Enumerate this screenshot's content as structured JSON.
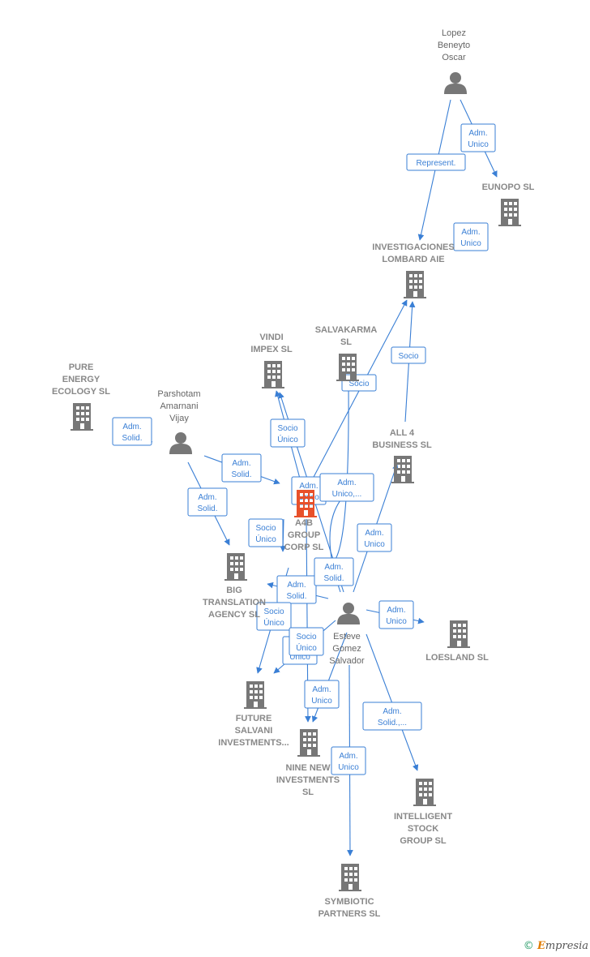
{
  "colors": {
    "edge": "#3a7fd5",
    "company": "#777777",
    "person": "#777777",
    "focal": "#e8502a"
  },
  "nodes": [
    {
      "id": "lopez",
      "type": "person",
      "label": [
        "Lopez",
        "Beneyto",
        "Oscar"
      ]
    },
    {
      "id": "eunopo",
      "type": "company",
      "label": [
        "EUNOPO  SL"
      ]
    },
    {
      "id": "invest",
      "type": "company",
      "label": [
        "INVESTIGACIONES",
        "LOMBARD AIE"
      ]
    },
    {
      "id": "vindi",
      "type": "company",
      "label": [
        "VINDI",
        "IMPEX  SL"
      ]
    },
    {
      "id": "salva",
      "type": "company",
      "label": [
        "SALVAKARMA",
        "SL"
      ]
    },
    {
      "id": "pure",
      "type": "company",
      "label": [
        "PURE",
        "ENERGY",
        "ECOLOGY SL"
      ]
    },
    {
      "id": "parsh",
      "type": "person",
      "label": [
        "Parshotam",
        "Amarnani",
        "Vijay"
      ]
    },
    {
      "id": "all4",
      "type": "company",
      "label": [
        "ALL 4",
        "BUSINESS SL"
      ]
    },
    {
      "id": "a4b",
      "type": "focal",
      "label": [
        "A4B",
        "GROUP",
        "CORP  SL"
      ]
    },
    {
      "id": "big",
      "type": "company",
      "label": [
        "BIG",
        "TRANSLATION",
        "AGENCY  SL"
      ]
    },
    {
      "id": "esteve",
      "type": "person",
      "label": [
        "Esteve",
        "Gomez",
        "Salvador"
      ]
    },
    {
      "id": "loes",
      "type": "company",
      "label": [
        "LOESLAND  SL"
      ]
    },
    {
      "id": "future",
      "type": "company",
      "label": [
        "FUTURE",
        "SALVANI",
        "INVESTMENTS..."
      ]
    },
    {
      "id": "nine",
      "type": "company",
      "label": [
        "NINE NEW",
        "INVESTMENTS",
        "SL"
      ]
    },
    {
      "id": "intel",
      "type": "company",
      "label": [
        "INTELLIGENT",
        "STOCK",
        "GROUP SL"
      ]
    },
    {
      "id": "symb",
      "type": "company",
      "label": [
        "SYMBIOTIC",
        "PARTNERS  SL"
      ]
    }
  ],
  "edges": [
    {
      "from": "lopez",
      "to": "eunopo",
      "label": [
        "Adm.",
        "Unico"
      ]
    },
    {
      "from": "lopez",
      "to": "invest",
      "label": [
        "Represent."
      ]
    },
    {
      "from": "eunopo",
      "to": "invest",
      "label": [
        "Adm.",
        "Unico"
      ]
    },
    {
      "from": "parsh",
      "to": "pure",
      "label": [
        "Adm.",
        "Solid."
      ]
    },
    {
      "from": "parsh",
      "to": "a4b",
      "label": [
        "Adm.",
        "Solid."
      ]
    },
    {
      "from": "parsh",
      "to": "big",
      "label": [
        "Adm.",
        "Solid."
      ]
    },
    {
      "from": "a4b",
      "to": "vindi",
      "label": [
        "Socio",
        "Único"
      ]
    },
    {
      "from": "a4b",
      "to": "invest",
      "label": [
        "Socio"
      ]
    },
    {
      "from": "all4",
      "to": "invest",
      "label": [
        "Socio"
      ]
    },
    {
      "from": "esteve",
      "to": "vindi",
      "label": [
        "Adm.",
        "Unico"
      ]
    },
    {
      "from": "esteve",
      "to": "a4b",
      "label": [
        "Adm.",
        "Unico,..."
      ]
    },
    {
      "from": "esteve",
      "to": "all4",
      "label": [
        "Adm.",
        "Unico"
      ]
    },
    {
      "from": "a4b",
      "to": "big",
      "label": [
        "Socio",
        "Único"
      ]
    },
    {
      "from": "esteve",
      "to": "big",
      "label": [
        "Adm.",
        "Solid."
      ]
    },
    {
      "from": "a4b",
      "to": "future",
      "label": [
        "Socio",
        "Único"
      ]
    },
    {
      "from": "esteve",
      "to": "future",
      "label": [
        "Adm.",
        "Unico"
      ]
    },
    {
      "from": "a4b",
      "to": "nine",
      "label": [
        "Socio",
        "Único"
      ]
    },
    {
      "from": "esteve",
      "to": "nine",
      "label": [
        "Adm.",
        "Unico"
      ]
    },
    {
      "from": "esteve",
      "to": "loes",
      "label": [
        "Adm.",
        "Unico"
      ]
    },
    {
      "from": "esteve",
      "to": "intel",
      "label": [
        "Adm.",
        "Solid.,..."
      ]
    },
    {
      "from": "esteve",
      "to": "symb",
      "label": [
        "Adm.",
        "Unico"
      ]
    },
    {
      "from": "salva",
      "to": "a4b",
      "label": [
        "Adm.",
        "Solid."
      ]
    }
  ],
  "brand": {
    "copyright": "©",
    "first": "E",
    "rest": "mpresia"
  }
}
